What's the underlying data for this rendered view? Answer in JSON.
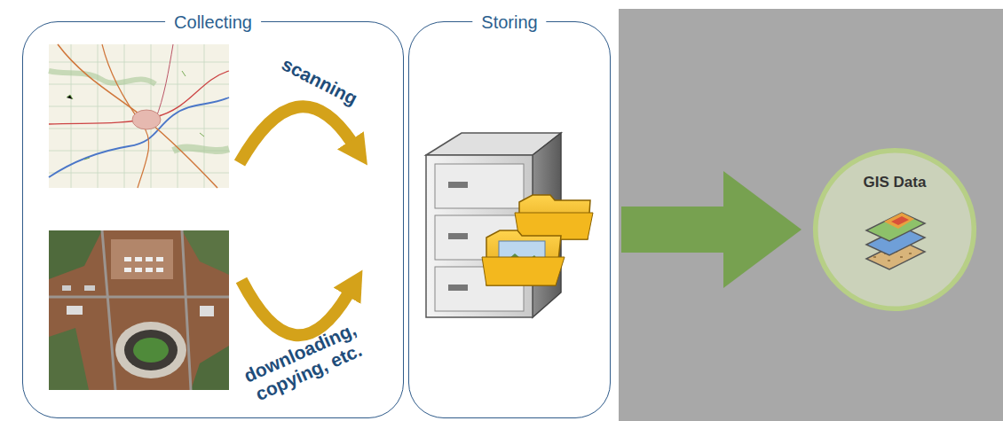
{
  "diagram": {
    "nodes": [
      {
        "text": [
          "Collecting"
        ]
      },
      {
        "text": [
          "Storing"
        ]
      },
      {
        "text": [
          "GIS Data"
        ]
      }
    ],
    "edges": [
      {
        "from": 1,
        "to": 2,
        "arrow": "to"
      }
    ],
    "labels": [
      "scanning",
      "downloading, copying, etc."
    ]
  }
}
